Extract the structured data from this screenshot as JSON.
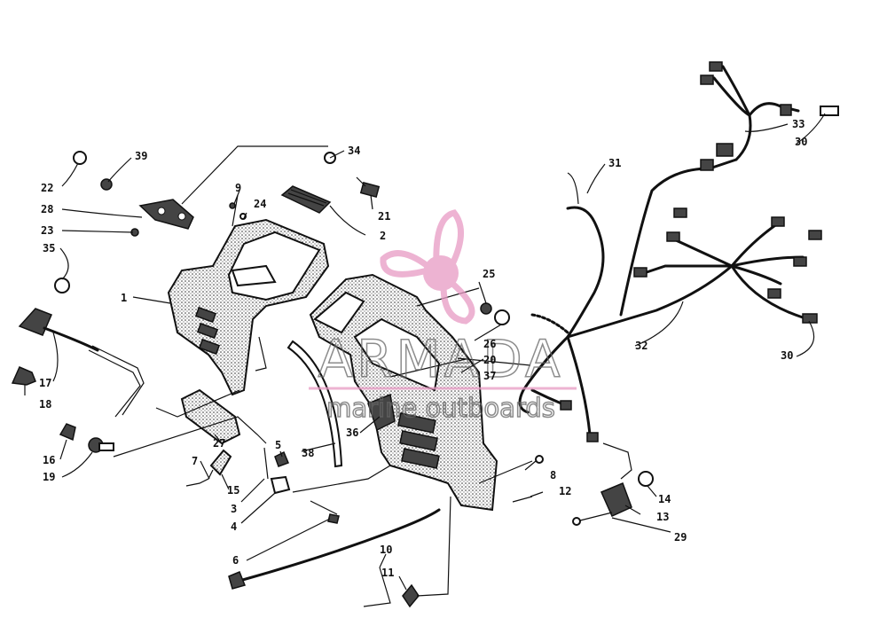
{
  "watermark": {
    "brand": "ARMADA",
    "tagline": "marine outboards",
    "color": "#e89ac4"
  },
  "callouts": [
    {
      "id": "lbl-1",
      "text": "1"
    },
    {
      "id": "lbl-2",
      "text": "2"
    },
    {
      "id": "lbl-3",
      "text": "3"
    },
    {
      "id": "lbl-4",
      "text": "4"
    },
    {
      "id": "lbl-5",
      "text": "5"
    },
    {
      "id": "lbl-6",
      "text": "6"
    },
    {
      "id": "lbl-7",
      "text": "7"
    },
    {
      "id": "lbl-8",
      "text": "8"
    },
    {
      "id": "lbl-9",
      "text": "9"
    },
    {
      "id": "lbl-10",
      "text": "10"
    },
    {
      "id": "lbl-11",
      "text": "11"
    },
    {
      "id": "lbl-12",
      "text": "12"
    },
    {
      "id": "lbl-13",
      "text": "13"
    },
    {
      "id": "lbl-14",
      "text": "14"
    },
    {
      "id": "lbl-15",
      "text": "15"
    },
    {
      "id": "lbl-16",
      "text": "16"
    },
    {
      "id": "lbl-17",
      "text": "17"
    },
    {
      "id": "lbl-18",
      "text": "18"
    },
    {
      "id": "lbl-19",
      "text": "19"
    },
    {
      "id": "lbl-20",
      "text": "20"
    },
    {
      "id": "lbl-21",
      "text": "21"
    },
    {
      "id": "lbl-22",
      "text": "22"
    },
    {
      "id": "lbl-23",
      "text": "23"
    },
    {
      "id": "lbl-24",
      "text": "24"
    },
    {
      "id": "lbl-25",
      "text": "25"
    },
    {
      "id": "lbl-26",
      "text": "26"
    },
    {
      "id": "lbl-27",
      "text": "27"
    },
    {
      "id": "lbl-28",
      "text": "28"
    },
    {
      "id": "lbl-29",
      "text": "29"
    },
    {
      "id": "lbl-30a",
      "text": "30"
    },
    {
      "id": "lbl-30b",
      "text": "30"
    },
    {
      "id": "lbl-31",
      "text": "31"
    },
    {
      "id": "lbl-32",
      "text": "32"
    },
    {
      "id": "lbl-33",
      "text": "33"
    },
    {
      "id": "lbl-34",
      "text": "34"
    },
    {
      "id": "lbl-35",
      "text": "35"
    },
    {
      "id": "lbl-36",
      "text": "36"
    },
    {
      "id": "lbl-37",
      "text": "37"
    },
    {
      "id": "lbl-38",
      "text": "38"
    },
    {
      "id": "lbl-39",
      "text": "39"
    }
  ]
}
